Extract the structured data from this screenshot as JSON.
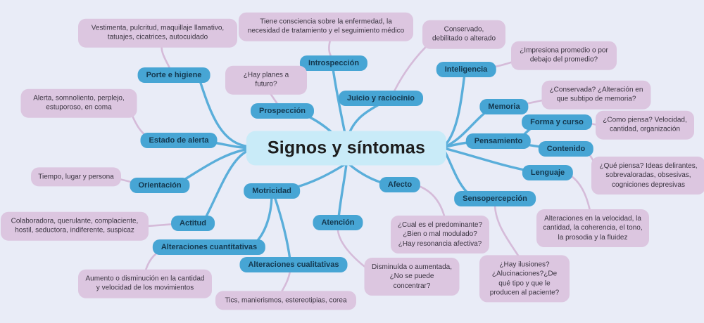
{
  "title": "Signos y síntomas",
  "colors": {
    "background": "#e9ecf7",
    "center_fill": "#c9ebf8",
    "center_text": "#1d1d1d",
    "branch_fill": "#47a5d4",
    "branch_text": "#14384f",
    "leaf_fill": "#dcc6e0",
    "leaf_text": "#3a3440",
    "branch_line": "#5aaeda",
    "leaf_line": "#d5bbd9"
  },
  "nodes": [
    {
      "id": "center",
      "type": "center",
      "label": "Signos y síntomas"
    },
    {
      "id": "porte",
      "type": "branch",
      "label": "Porte e higiene"
    },
    {
      "id": "introspeccion",
      "type": "branch",
      "label": "Introspección"
    },
    {
      "id": "juicio",
      "type": "branch",
      "label": "Juicio y raciocinio"
    },
    {
      "id": "prospeccion",
      "type": "branch",
      "label": "Prospección"
    },
    {
      "id": "inteligencia",
      "type": "branch",
      "label": "Inteligencia"
    },
    {
      "id": "memoria",
      "type": "branch",
      "label": "Memoria"
    },
    {
      "id": "pensamiento",
      "type": "branch",
      "label": "Pensamiento"
    },
    {
      "id": "forma",
      "type": "branch",
      "label": "Forma y curso"
    },
    {
      "id": "contenido",
      "type": "branch",
      "label": "Contenido"
    },
    {
      "id": "lenguaje",
      "type": "branch",
      "label": "Lenguaje"
    },
    {
      "id": "sensopercepcion",
      "type": "branch",
      "label": "Sensopercepción"
    },
    {
      "id": "estado",
      "type": "branch",
      "label": "Estado de alerta"
    },
    {
      "id": "orientacion",
      "type": "branch",
      "label": "Orientación"
    },
    {
      "id": "actitud",
      "type": "branch",
      "label": "Actitud"
    },
    {
      "id": "motricidad",
      "type": "branch",
      "label": "Motricidad"
    },
    {
      "id": "afecto",
      "type": "branch",
      "label": "Afecto"
    },
    {
      "id": "atencion",
      "type": "branch",
      "label": "Atención"
    },
    {
      "id": "cuantitativas",
      "type": "branch",
      "label": "Alteraciones cuantitativas"
    },
    {
      "id": "cualitativas",
      "type": "branch",
      "label": "Alteraciones cualitativas"
    },
    {
      "id": "p-porte",
      "type": "leaf",
      "label": "Vestimenta, pulcritud, maquillaje llamativo, tatuajes, cicatrices, autocuidado"
    },
    {
      "id": "p-intros",
      "type": "leaf",
      "label": "Tiene consciencia sobre la enfermedad, la necesidad de tratamiento y el seguimiento médico"
    },
    {
      "id": "p-juicio",
      "type": "leaf",
      "label": "Conservado, debilitado o alterado"
    },
    {
      "id": "p-intel",
      "type": "leaf",
      "label": "¿Impresiona promedio o por debajo del promedio?"
    },
    {
      "id": "p-prosp",
      "type": "leaf",
      "label": "¿Hay planes a futuro?"
    },
    {
      "id": "p-memoria",
      "type": "leaf",
      "label": "¿Conservada? ¿Alteración en que subtipo de memoria?"
    },
    {
      "id": "p-estado",
      "type": "leaf",
      "label": "Alerta, somnoliento, perplejo, estuporoso, en coma"
    },
    {
      "id": "p-forma",
      "type": "leaf",
      "label": "¿Como piensa? Velocidad, cantidad, organización"
    },
    {
      "id": "p-orient",
      "type": "leaf",
      "label": "Tiempo, lugar y persona"
    },
    {
      "id": "p-contenido",
      "type": "leaf",
      "label": "¿Qué piensa? Ideas delirantes, sobrevaloradas, obsesivas, cogniciones depresivas"
    },
    {
      "id": "p-actitud",
      "type": "leaf",
      "label": "Colaboradora, querulante, complaciente, hostil, seductora, indiferente, suspicaz"
    },
    {
      "id": "p-lenguaje",
      "type": "leaf",
      "label": "Alteraciones en la velocidad, la cantidad, la coherencia, el tono, la prosodia y la fluidez"
    },
    {
      "id": "p-afecto",
      "type": "leaf",
      "label": "¿Cual es el predominante? ¿Bien o mal modulado? ¿Hay resonancia afectiva?"
    },
    {
      "id": "p-cuant",
      "type": "leaf",
      "label": "Aumento o disminución en la cantidad y velocidad de los movimientos"
    },
    {
      "id": "p-atencion",
      "type": "leaf",
      "label": "Disminuída o aumentada, ¿No se puede concentrar?"
    },
    {
      "id": "p-senso",
      "type": "leaf",
      "label": "¿Hay ilusiones? ¿Alucinaciones?¿De qué tipo y que le producen al paciente?"
    },
    {
      "id": "p-cualit",
      "type": "leaf",
      "label": "Tics, manierismos, estereotipias, corea"
    }
  ],
  "edges": [
    {
      "from": "center",
      "to": "porte",
      "kind": "branch"
    },
    {
      "from": "center",
      "to": "introspeccion",
      "kind": "branch"
    },
    {
      "from": "center",
      "to": "juicio",
      "kind": "branch"
    },
    {
      "from": "center",
      "to": "prospeccion",
      "kind": "branch"
    },
    {
      "from": "center",
      "to": "inteligencia",
      "kind": "branch"
    },
    {
      "from": "center",
      "to": "memoria",
      "kind": "branch"
    },
    {
      "from": "center",
      "to": "pensamiento",
      "kind": "branch"
    },
    {
      "from": "center",
      "to": "lenguaje",
      "kind": "branch"
    },
    {
      "from": "center",
      "to": "sensopercepcion",
      "kind": "branch"
    },
    {
      "from": "center",
      "to": "estado",
      "kind": "branch"
    },
    {
      "from": "center",
      "to": "orientacion",
      "kind": "branch"
    },
    {
      "from": "center",
      "to": "actitud",
      "kind": "branch"
    },
    {
      "from": "center",
      "to": "motricidad",
      "kind": "branch"
    },
    {
      "from": "center",
      "to": "atencion",
      "kind": "branch"
    },
    {
      "from": "center",
      "to": "afecto",
      "kind": "branch"
    },
    {
      "from": "pensamiento",
      "to": "forma",
      "kind": "branch"
    },
    {
      "from": "pensamiento",
      "to": "contenido",
      "kind": "branch"
    },
    {
      "from": "motricidad",
      "to": "cuantitativas",
      "kind": "branch"
    },
    {
      "from": "motricidad",
      "to": "cualitativas",
      "kind": "branch"
    },
    {
      "from": "porte",
      "to": "p-porte",
      "kind": "leaf"
    },
    {
      "from": "introspeccion",
      "to": "p-intros",
      "kind": "leaf"
    },
    {
      "from": "juicio",
      "to": "p-juicio",
      "kind": "leaf"
    },
    {
      "from": "inteligencia",
      "to": "p-intel",
      "kind": "leaf"
    },
    {
      "from": "prospeccion",
      "to": "p-prosp",
      "kind": "leaf"
    },
    {
      "from": "memoria",
      "to": "p-memoria",
      "kind": "leaf"
    },
    {
      "from": "estado",
      "to": "p-estado",
      "kind": "leaf"
    },
    {
      "from": "forma",
      "to": "p-forma",
      "kind": "leaf"
    },
    {
      "from": "orientacion",
      "to": "p-orient",
      "kind": "leaf"
    },
    {
      "from": "contenido",
      "to": "p-contenido",
      "kind": "leaf"
    },
    {
      "from": "lenguaje",
      "to": "p-lenguaje",
      "kind": "leaf"
    },
    {
      "from": "actitud",
      "to": "p-actitud",
      "kind": "leaf"
    },
    {
      "from": "sensopercepcion",
      "to": "p-senso",
      "kind": "leaf"
    },
    {
      "from": "cuantitativas",
      "to": "p-cuant",
      "kind": "leaf"
    },
    {
      "from": "cualitativas",
      "to": "p-cualit",
      "kind": "leaf"
    },
    {
      "from": "afecto",
      "to": "p-afecto",
      "kind": "leaf"
    },
    {
      "from": "atencion",
      "to": "p-atencion",
      "kind": "leaf"
    }
  ]
}
